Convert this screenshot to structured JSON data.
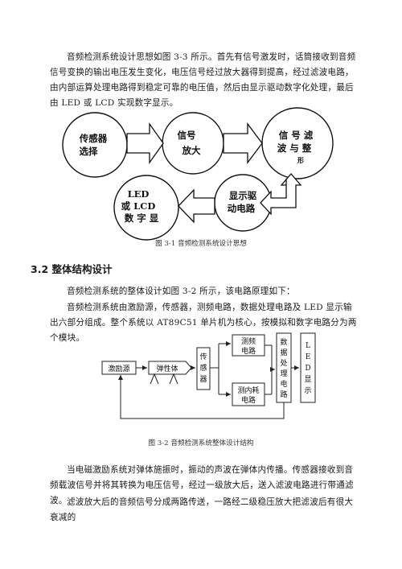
{
  "intro_paragraph": "音频检测系统设计思想如图 3-3 所示。首先有信号激发时，话筒接收到音频信号变换的输出电压发生变化，电压信号经过放大器得到提高，经过滤波电路，由内部运算处理电路得到稳定可靠的电压值，然后由显示驱动数字化处理，最后由 LED 或 LCD 实现数字显示。",
  "figure1": {
    "caption": "图 3-1  音频检测系统设计思想",
    "nodes": {
      "sensor_l1": "传感器",
      "sensor_l2": "选择",
      "signal_l1": "信号",
      "signal_l2": "放大",
      "filter_l1": "信 号 滤",
      "filter_l2": "波 与 整",
      "filter_l3": "形",
      "driver_l1": "显示驱",
      "driver_l2": "动电路",
      "led_l1": "LED",
      "led_l2": "或 LCD",
      "led_l3": "数 字 显"
    }
  },
  "section_heading": "3.2 整体结构设计",
  "para2": "音频检测系统的整体设计如图 3-2 所示，该电路原理如下：",
  "para3": "音频检测系统由激励源，传感器，测频电路，数据处理电路及 LED 显示输出六部分组成。整个系统以 AT89C51 单片机为核心，按模拟和数字电路分为两个模块。",
  "figure2": {
    "caption": "图 3-2  音频检测系统整体设计结构",
    "blocks": {
      "excite": "激励源",
      "elastic": "弹性体",
      "sensor": [
        "传",
        "感",
        "器"
      ],
      "freq_l1": "测频",
      "freq_l2": "电路",
      "consume_l1": "测内耗",
      "consume_l2": "电路",
      "dataproc": [
        "数",
        "据",
        "处",
        "理",
        "电",
        "路"
      ],
      "led": [
        "L",
        "E",
        "D",
        "显",
        "示"
      ]
    }
  },
  "para4": "当电磁激励系统对弹体施振时，振动的声波在弹体内传播。传感器接收到音频载波信号并将其转换为电压信号，经过一级放大后，送入滤波电路进行带通滤波。",
  "para5": "滤波放大后的音频信号分成两路传送，一路经二级稳压放大把滤波后有很大衰减的"
}
